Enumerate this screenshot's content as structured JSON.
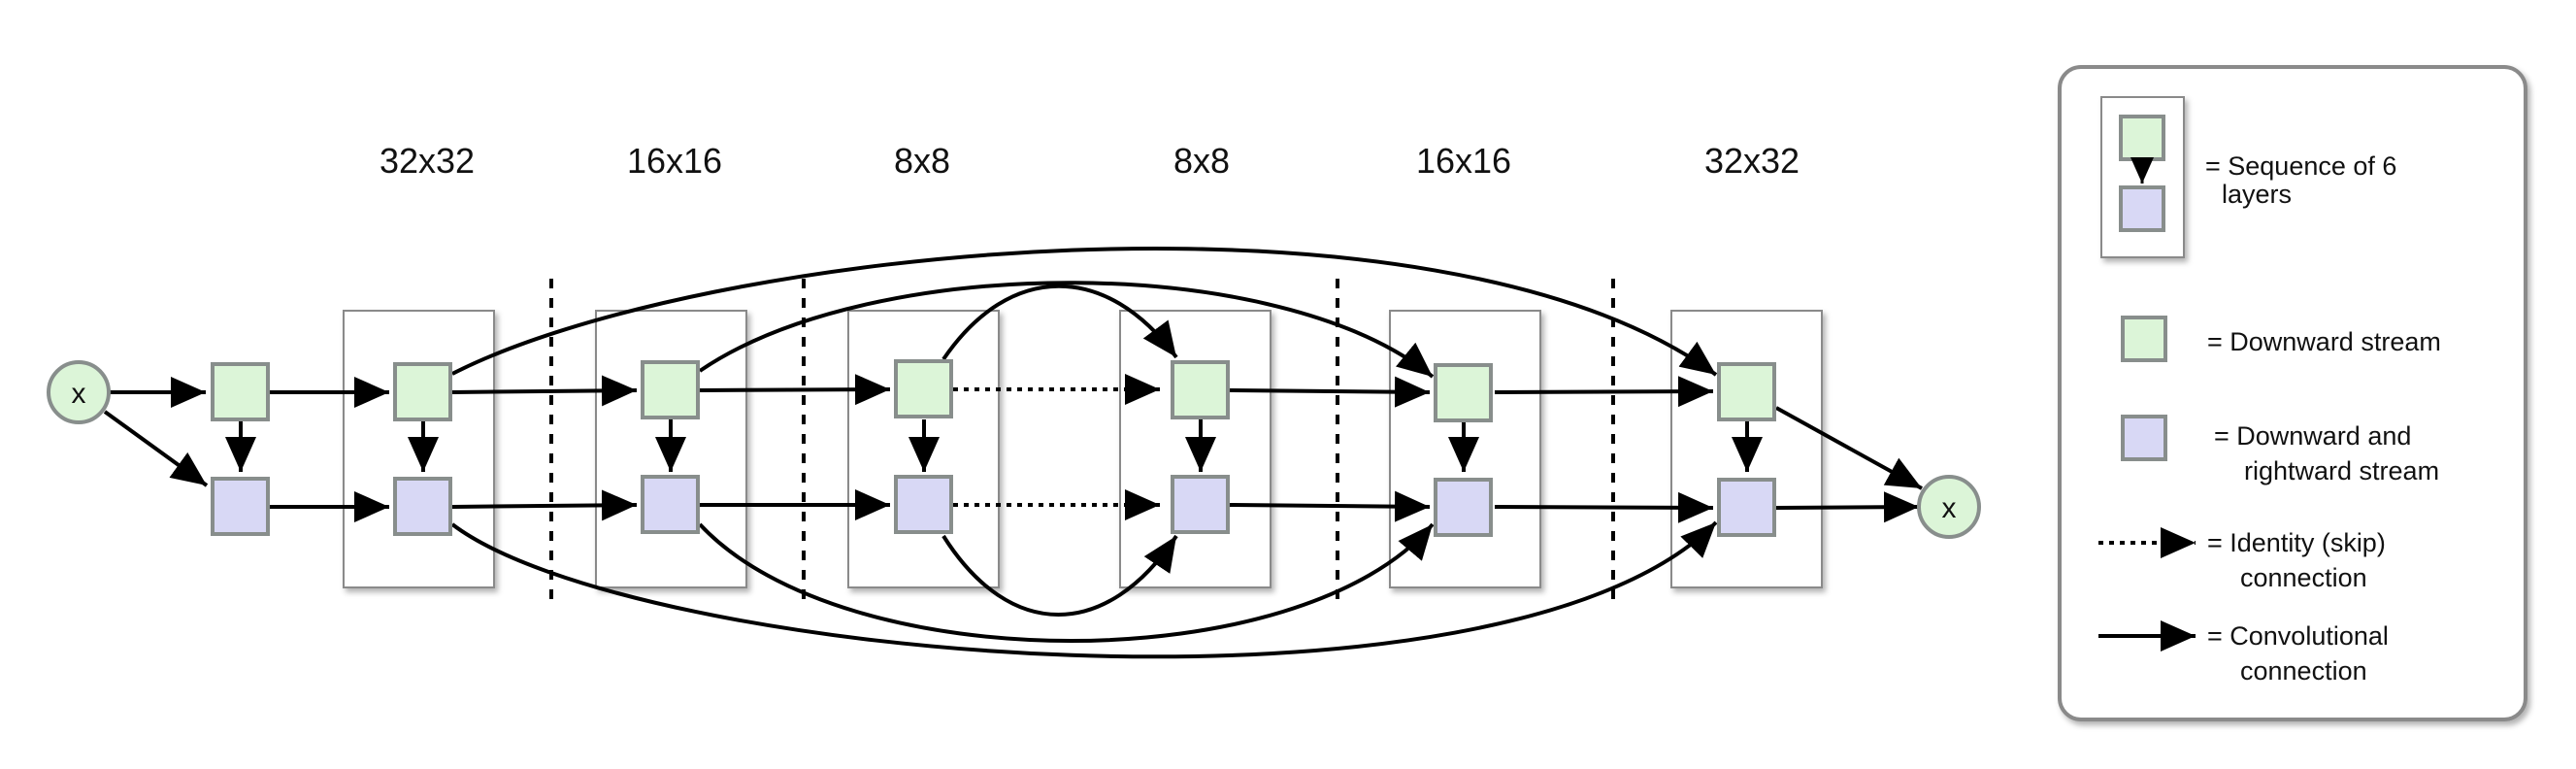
{
  "resolutions": [
    "32x32",
    "16x16",
    "8x8",
    "8x8",
    "16x16",
    "32x32"
  ],
  "input_node": "x",
  "output_node": "x",
  "colors": {
    "downward_fill": "#dcf5d8",
    "rightward_fill": "#d8d8f5",
    "node_stroke": "#888e8c",
    "block_stroke": "#8a8a8a",
    "line": "#000000"
  },
  "legend": {
    "sequence": [
      "= Sequence of 6",
      "layers"
    ],
    "downward": "= Downward stream",
    "rightward": [
      "= Downward and",
      "rightward stream"
    ],
    "identity": [
      "= Identity (skip)",
      "connection"
    ],
    "conv": [
      "= Convolutional",
      "connection"
    ]
  }
}
